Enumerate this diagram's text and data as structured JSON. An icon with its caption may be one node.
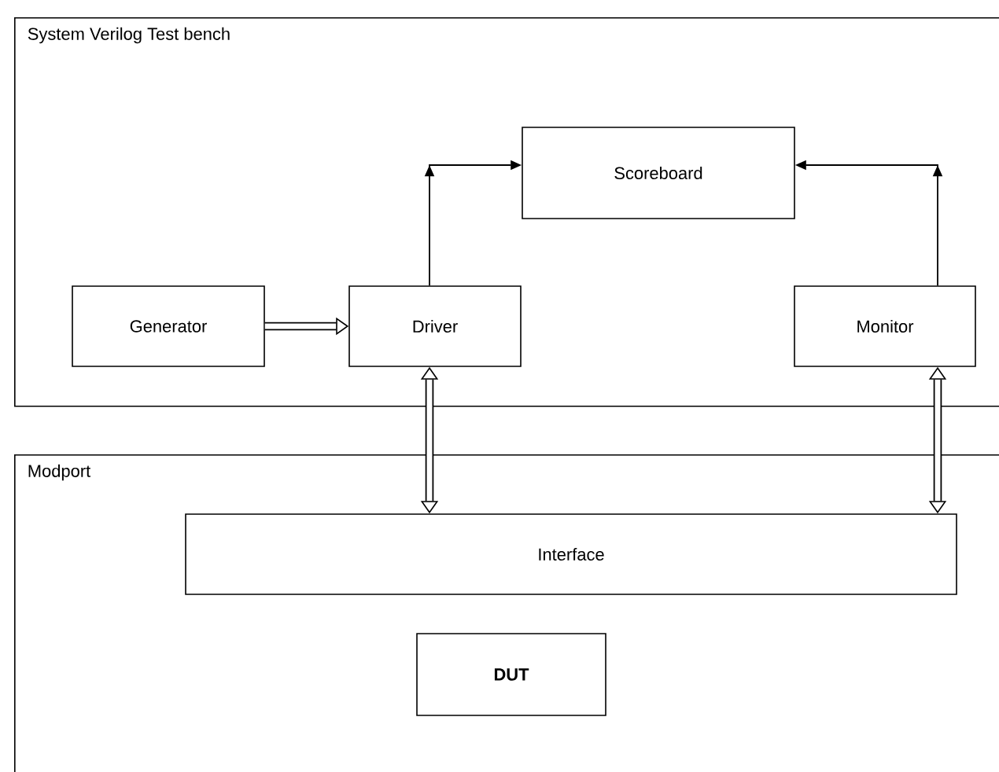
{
  "diagram": {
    "nodes": [
      {
        "text": [
          "System Verilog Test bench"
        ]
      },
      {
        "text": [
          "Scoreboard"
        ],
        "in": 0
      },
      {
        "text": [
          "Generator"
        ],
        "in": 0
      },
      {
        "text": [
          "Driver"
        ],
        "in": 0
      },
      {
        "text": [
          "Monitor"
        ],
        "in": 0
      },
      {
        "text": [
          "Modport"
        ]
      },
      {
        "text": [
          "Interface"
        ],
        "in": 5
      },
      {
        "text": [
          "DUT"
        ],
        "in": 5
      }
    ],
    "edges": [
      {
        "from": 2,
        "to": 3,
        "arrow": "to"
      },
      {
        "from": 3,
        "to": 1,
        "arrow": "to"
      },
      {
        "from": 4,
        "to": 1,
        "arrow": "to"
      },
      {
        "from": 3,
        "to": 6,
        "arrow": "both"
      },
      {
        "from": 4,
        "to": 6,
        "arrow": "both"
      }
    ]
  }
}
